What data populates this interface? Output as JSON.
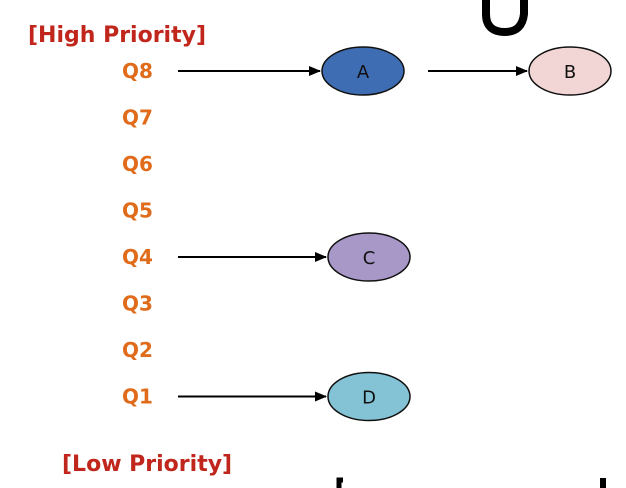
{
  "labels": {
    "high": "[High Priority]",
    "low": "[Low Priority]"
  },
  "queues": [
    "Q8",
    "Q7",
    "Q6",
    "Q5",
    "Q4",
    "Q3",
    "Q2",
    "Q1"
  ],
  "nodes": [
    {
      "id": "A",
      "label": "A",
      "queue": "Q8",
      "order": 0,
      "color": "#3f6db3"
    },
    {
      "id": "B",
      "label": "B",
      "queue": "Q8",
      "order": 1,
      "color": "#f2d6d6"
    },
    {
      "id": "C",
      "label": "C",
      "queue": "Q4",
      "order": 0,
      "color": "#a898c8"
    },
    {
      "id": "D",
      "label": "D",
      "queue": "Q1",
      "order": 0,
      "color": "#84c3d6"
    }
  ],
  "colors": {
    "priority_label": "#c0261b",
    "queue_label": "#e06c1b",
    "arrow": "#000000",
    "node_stroke": "#111111"
  }
}
